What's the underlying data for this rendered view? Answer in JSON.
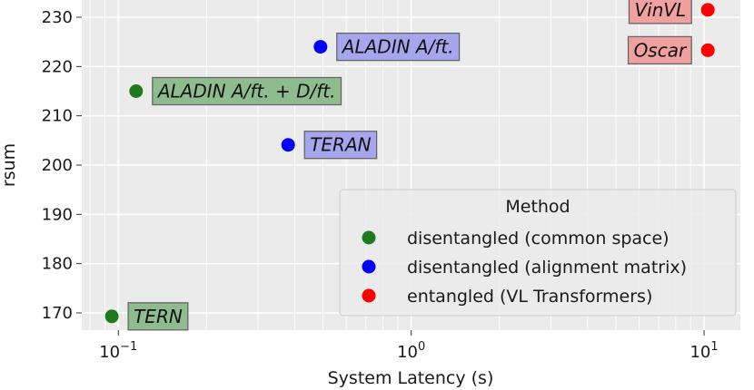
{
  "chart_data": {
    "type": "scatter",
    "xlabel": "System Latency (s)",
    "ylabel": "rsum",
    "xscale": "log",
    "xlim": [
      0.075,
      13.3
    ],
    "ylim": [
      166.5,
      233.5
    ],
    "xticks": [
      {
        "value": 0.1,
        "base": "10",
        "exp": "−1"
      },
      {
        "value": 1,
        "base": "10",
        "exp": "0"
      },
      {
        "value": 10,
        "base": "10",
        "exp": "1"
      }
    ],
    "yticks": [
      170,
      180,
      190,
      200,
      210,
      220,
      230
    ],
    "grid": true,
    "legend": {
      "title": "Method",
      "placement": "lower-right",
      "entries": [
        {
          "label": "disentangled (common space)",
          "color": "#1f7a1f"
        },
        {
          "label": "disentangled (alignment matrix)",
          "color": "#0000ff"
        },
        {
          "label": "entangled (VL Transformers)",
          "color": "#ff0000"
        }
      ]
    },
    "series": [
      {
        "group": 0,
        "color": "#1f7a1f",
        "points": [
          {
            "x": 0.095,
            "y": 169.3,
            "label": "TERN"
          },
          {
            "x": 0.115,
            "y": 215.0,
            "label": "ALADIN A/ft. + D/ft."
          }
        ]
      },
      {
        "group": 1,
        "color": "#0000ff",
        "points": [
          {
            "x": 0.38,
            "y": 204.1,
            "label": "TERAN"
          },
          {
            "x": 0.49,
            "y": 224.0,
            "label": "ALADIN A/ft."
          }
        ]
      },
      {
        "group": 2,
        "color": "#ff0000",
        "points": [
          {
            "x": 10.3,
            "y": 231.5,
            "label": "VinVL"
          },
          {
            "x": 10.3,
            "y": 223.3,
            "label": "Oscar"
          }
        ]
      }
    ]
  }
}
